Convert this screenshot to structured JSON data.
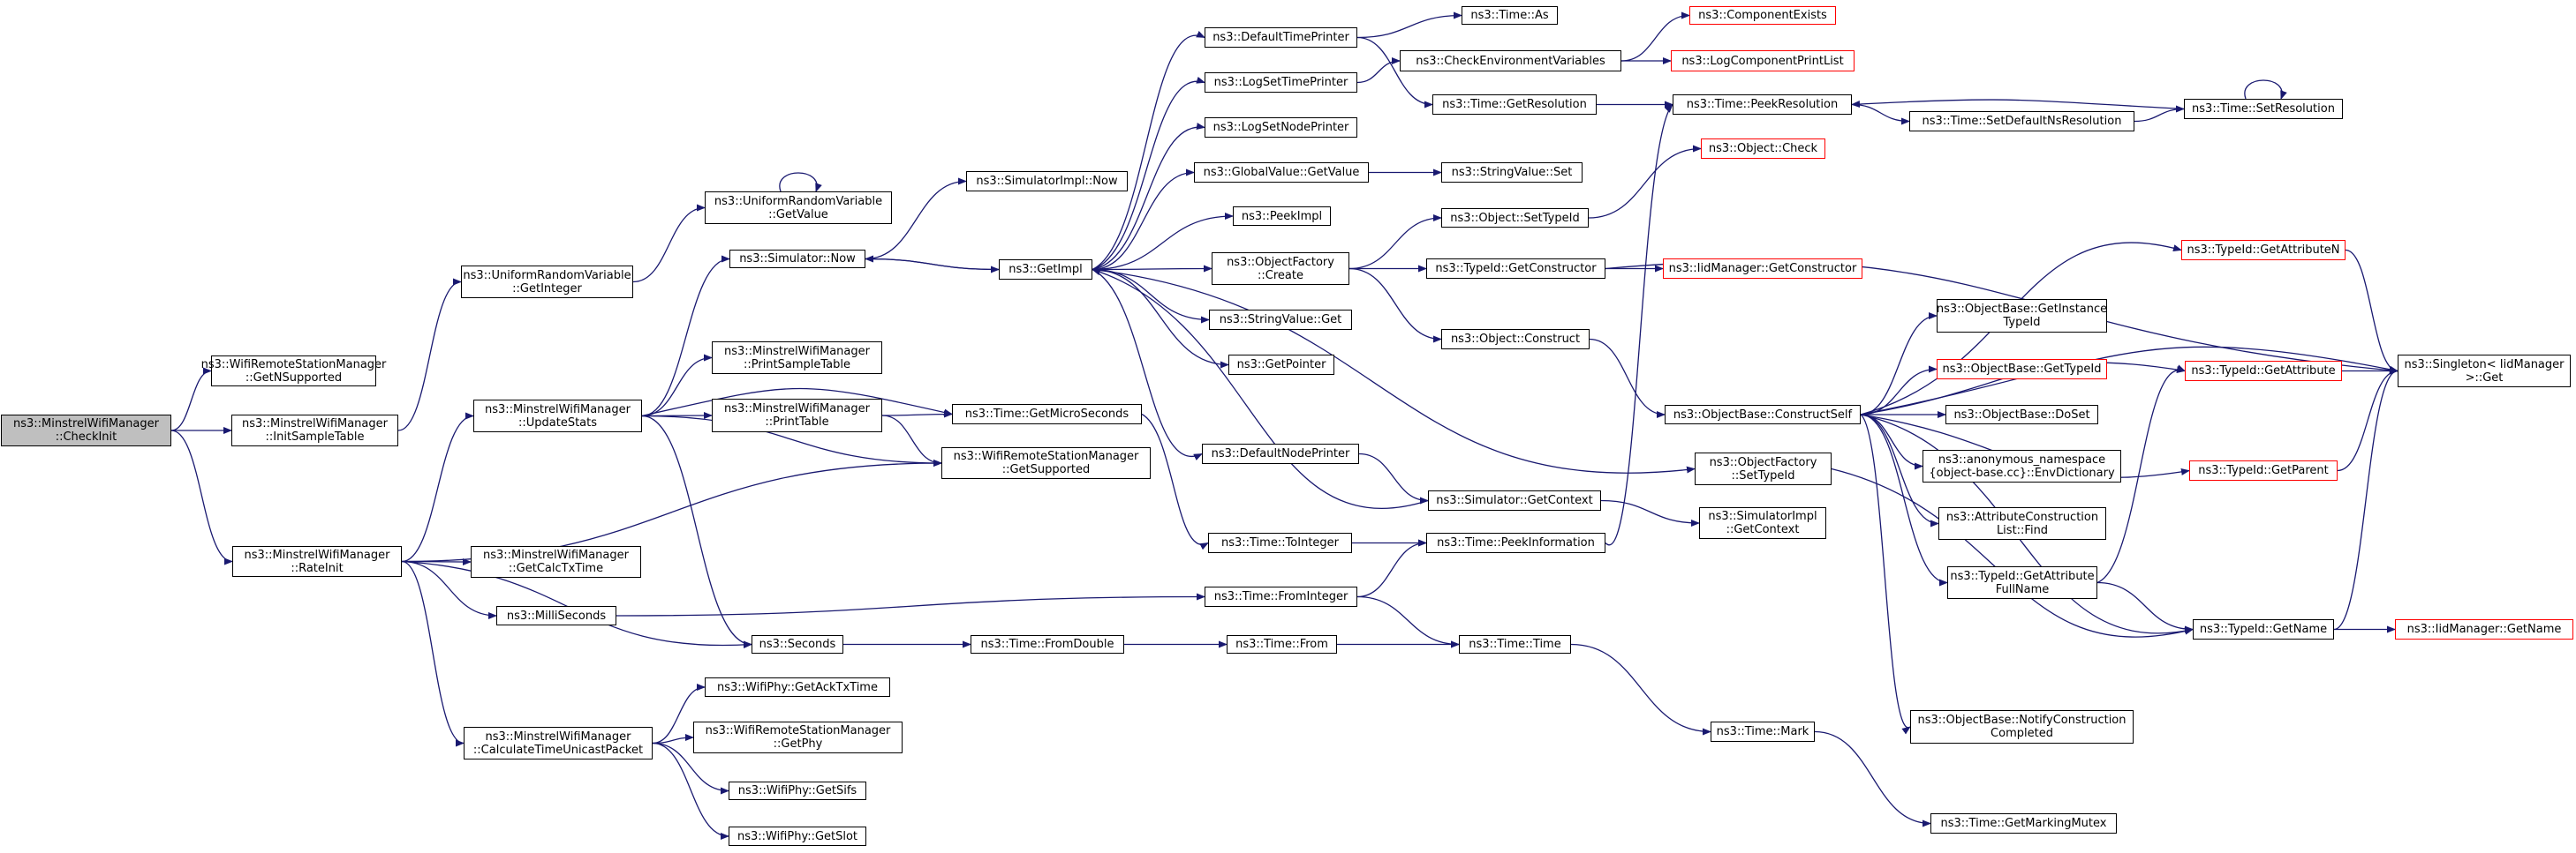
{
  "diagram": {
    "colors": {
      "edge": "#191970",
      "node_border": "#000000",
      "truncated_border": "#ff0000",
      "root_fill": "#bfbfbf"
    },
    "nodes": {
      "checkinit": {
        "lines": [
          "ns3::MinstrelWifiManager",
          "::CheckInit"
        ]
      },
      "getnsupported": {
        "lines": [
          "ns3::WifiRemoteStationManager",
          "::GetNSupported"
        ]
      },
      "initsampletable": {
        "lines": [
          "ns3::MinstrelWifiManager",
          "::InitSampleTable"
        ]
      },
      "rateinit": {
        "lines": [
          "ns3::MinstrelWifiManager",
          "::RateInit"
        ]
      },
      "urv_getinteger": {
        "lines": [
          "ns3::UniformRandomVariable",
          "::GetInteger"
        ]
      },
      "urv_getvalue": {
        "lines": [
          "ns3::UniformRandomVariable",
          "::GetValue"
        ]
      },
      "sim_now": {
        "lines": [
          "ns3::Simulator::Now"
        ]
      },
      "simimpl_now": {
        "lines": [
          "ns3::SimulatorImpl::Now"
        ]
      },
      "updatestats": {
        "lines": [
          "ns3::MinstrelWifiManager",
          "::UpdateStats"
        ]
      },
      "printsampletable": {
        "lines": [
          "ns3::MinstrelWifiManager",
          "::PrintSampleTable"
        ]
      },
      "printtable": {
        "lines": [
          "ns3::MinstrelWifiManager",
          "::PrintTable"
        ]
      },
      "getcalctxtime": {
        "lines": [
          "ns3::MinstrelWifiManager",
          "::GetCalcTxTime"
        ]
      },
      "milliseconds": {
        "lines": [
          "ns3::MilliSeconds"
        ]
      },
      "seconds": {
        "lines": [
          "ns3::Seconds"
        ]
      },
      "calctime": {
        "lines": [
          "ns3::MinstrelWifiManager",
          "::CalculateTimeUnicastPacket"
        ]
      },
      "getacktxtime": {
        "lines": [
          "ns3::WifiPhy::GetAckTxTime"
        ]
      },
      "getphy": {
        "lines": [
          "ns3::WifiRemoteStationManager",
          "::GetPhy"
        ]
      },
      "getsifs": {
        "lines": [
          "ns3::WifiPhy::GetSifs"
        ]
      },
      "getslot": {
        "lines": [
          "ns3::WifiPhy::GetSlot"
        ]
      },
      "getimpl": {
        "lines": [
          "ns3::GetImpl"
        ]
      },
      "getmicroseconds": {
        "lines": [
          "ns3::Time::GetMicroSeconds"
        ]
      },
      "getsupported": {
        "lines": [
          "ns3::WifiRemoteStationManager",
          "::GetSupported"
        ]
      },
      "fromdouble": {
        "lines": [
          "ns3::Time::FromDouble"
        ]
      },
      "defaulttimeprinter": {
        "lines": [
          "ns3::DefaultTimePrinter"
        ]
      },
      "logsettimeprinter": {
        "lines": [
          "ns3::LogSetTimePrinter"
        ]
      },
      "logsetnodeprinter": {
        "lines": [
          "ns3::LogSetNodePrinter"
        ]
      },
      "gv_getvalue": {
        "lines": [
          "ns3::GlobalValue::GetValue"
        ]
      },
      "peekimpl": {
        "lines": [
          "ns3::PeekImpl"
        ]
      },
      "of_create": {
        "lines": [
          "ns3::ObjectFactory",
          "::Create"
        ]
      },
      "sv_get": {
        "lines": [
          "ns3::StringValue::Get"
        ]
      },
      "getpointer": {
        "lines": [
          "ns3::GetPointer"
        ]
      },
      "defaultnodeprinter": {
        "lines": [
          "ns3::DefaultNodePrinter"
        ]
      },
      "tointeger": {
        "lines": [
          "ns3::Time::ToInteger"
        ]
      },
      "frominteger": {
        "lines": [
          "ns3::Time::FromInteger"
        ]
      },
      "time_from": {
        "lines": [
          "ns3::Time::From"
        ]
      },
      "time_as": {
        "lines": [
          "ns3::Time::As"
        ]
      },
      "checkenv": {
        "lines": [
          "ns3::CheckEnvironmentVariables"
        ]
      },
      "time_getresolution": {
        "lines": [
          "ns3::Time::GetResolution"
        ]
      },
      "sv_set": {
        "lines": [
          "ns3::StringValue::Set"
        ]
      },
      "obj_settypeid": {
        "lines": [
          "ns3::Object::SetTypeId"
        ]
      },
      "tid_getconstructor": {
        "lines": [
          "ns3::TypeId::GetConstructor"
        ]
      },
      "obj_construct": {
        "lines": [
          "ns3::Object::Construct"
        ]
      },
      "sim_getcontext": {
        "lines": [
          "ns3::Simulator::GetContext"
        ]
      },
      "peekinformation": {
        "lines": [
          "ns3::Time::PeekInformation"
        ]
      },
      "time_time": {
        "lines": [
          "ns3::Time::Time"
        ]
      },
      "componentexists": {
        "lines": [
          "ns3::ComponentExists"
        ]
      },
      "logcomponentprintlist": {
        "lines": [
          "ns3::LogComponentPrintList"
        ]
      },
      "peekresolution": {
        "lines": [
          "ns3::Time::PeekResolution"
        ]
      },
      "obj_check": {
        "lines": [
          "ns3::Object::Check"
        ]
      },
      "iid_getconstructor": {
        "lines": [
          "ns3::IidManager::GetConstructor"
        ]
      },
      "constructself": {
        "lines": [
          "ns3::ObjectBase::ConstructSelf"
        ]
      },
      "of_settypeid": {
        "lines": [
          "ns3::ObjectFactory",
          "::SetTypeId"
        ]
      },
      "simimpl_getcontext": {
        "lines": [
          "ns3::SimulatorImpl",
          "::GetContext"
        ]
      },
      "time_mark": {
        "lines": [
          "ns3::Time::Mark"
        ]
      },
      "setdefaultns": {
        "lines": [
          "ns3::Time::SetDefaultNsResolution"
        ]
      },
      "getinstancetypeid": {
        "lines": [
          "ns3::ObjectBase::GetInstance",
          "TypeId"
        ]
      },
      "ob_gettypeid": {
        "lines": [
          "ns3::ObjectBase::GetTypeId"
        ]
      },
      "doset": {
        "lines": [
          "ns3::ObjectBase::DoSet"
        ]
      },
      "envdictionary": {
        "lines": [
          "ns3::anonymous_namespace",
          "{object-base.cc}::EnvDictionary"
        ]
      },
      "acl_find": {
        "lines": [
          "ns3::AttributeConstruction",
          "List::Find"
        ]
      },
      "getattributefullname": {
        "lines": [
          "ns3::TypeId::GetAttribute",
          "FullName"
        ]
      },
      "notifyconstruction": {
        "lines": [
          "ns3::ObjectBase::NotifyConstruction",
          "Completed"
        ]
      },
      "getmarkingmutex": {
        "lines": [
          "ns3::Time::GetMarkingMutex"
        ]
      },
      "setresolution": {
        "lines": [
          "ns3::Time::SetResolution"
        ]
      },
      "tid_getattributen": {
        "lines": [
          "ns3::TypeId::GetAttributeN"
        ]
      },
      "tid_getattribute": {
        "lines": [
          "ns3::TypeId::GetAttribute"
        ]
      },
      "tid_getparent": {
        "lines": [
          "ns3::TypeId::GetParent"
        ]
      },
      "tid_getname": {
        "lines": [
          "ns3::TypeId::GetName"
        ]
      },
      "singleton_get": {
        "lines": [
          "ns3::Singleton< IidManager",
          " >::Get"
        ]
      },
      "iid_getname": {
        "lines": [
          "ns3::IidManager::GetName"
        ]
      }
    }
  }
}
